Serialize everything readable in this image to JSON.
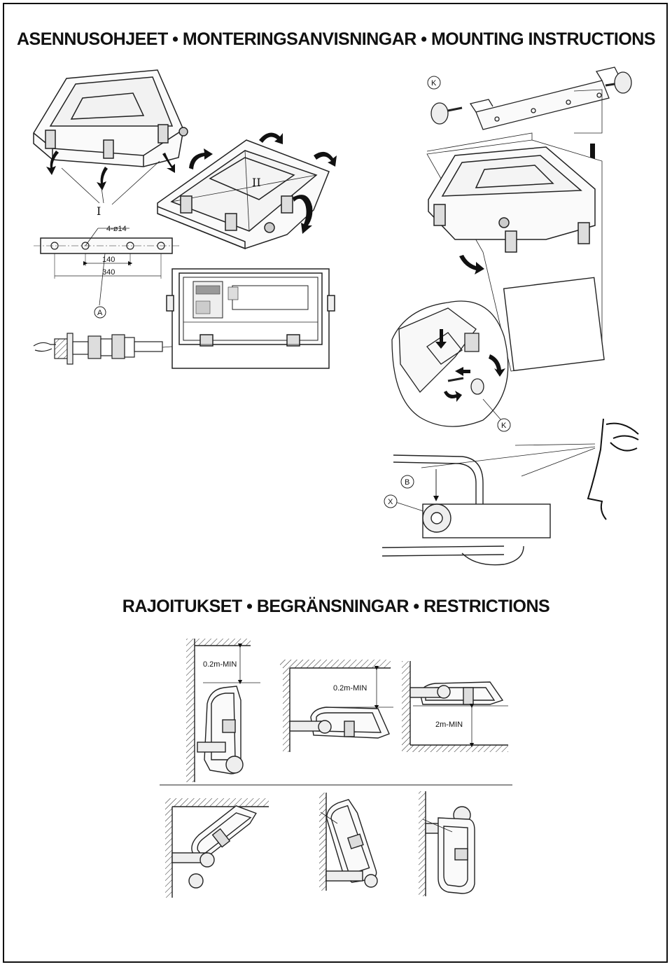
{
  "mounting": {
    "title": "ASENNUSOHJEET • MONTERINGSANVISNINGAR • MOUNTING INSTRUCTIONS",
    "labels": {
      "step_one": "I",
      "step_two": "II",
      "part_a": "A",
      "part_k_top": "K",
      "part_k_bottom": "K",
      "part_b": "B",
      "part_x": "X"
    },
    "dimensions": {
      "holes": "4-ø14",
      "spacing_inner": "140",
      "spacing_outer": "340"
    }
  },
  "restrictions": {
    "title": "RAJOITUKSET • BEGRÄNSNINGAR • RESTRICTIONS",
    "clearances": {
      "wall_top": "0.2m-MIN",
      "ceiling": "0.2m-MIN",
      "floor": "2m-MIN"
    }
  },
  "icons": [
    "rotate-arrow-icon",
    "down-arrow-icon",
    "eye-profile-icon"
  ]
}
